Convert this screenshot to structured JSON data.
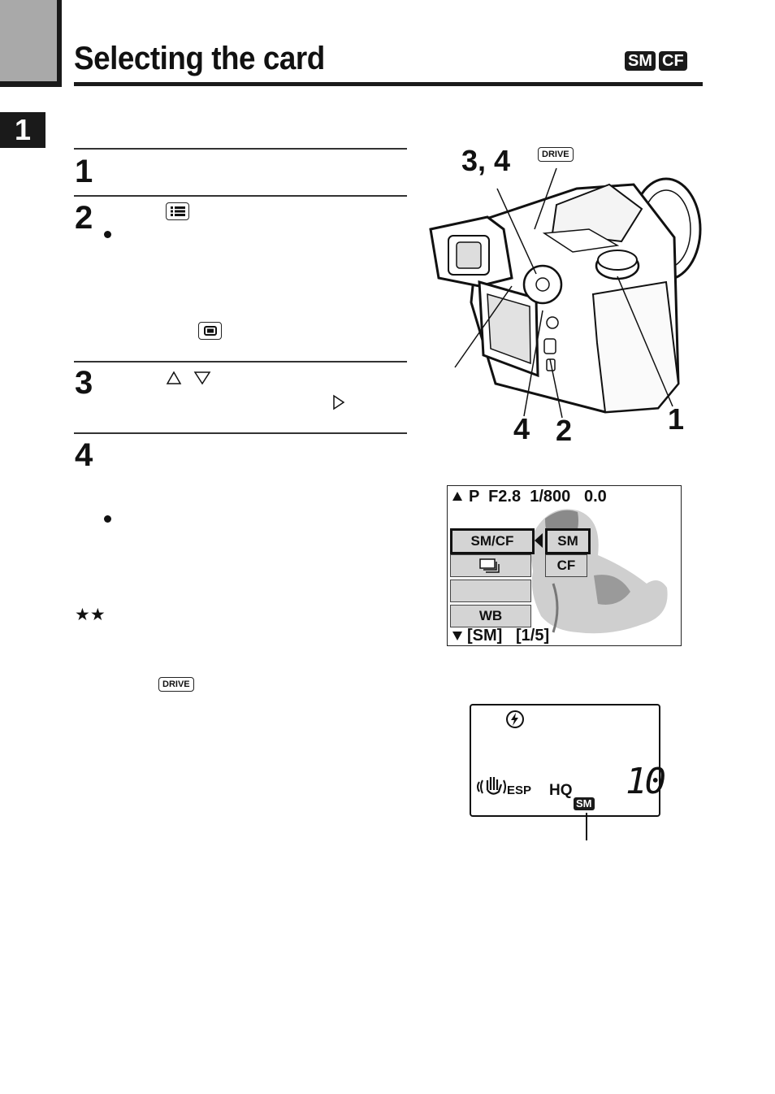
{
  "page": {
    "title": "Selecting the card",
    "card_badges": [
      "SM",
      "CF"
    ],
    "chapter_number": "1"
  },
  "steps": [
    {
      "number": "1"
    },
    {
      "number": "2"
    },
    {
      "number": "3"
    },
    {
      "number": "4"
    }
  ],
  "keys": {
    "drive": "DRIVE"
  },
  "rating_stars": "★★",
  "camera_figure": {
    "callout_top": "3, 4",
    "drive_label": "DRIVE",
    "callout_bottom_left": "4",
    "callout_bottom_mid": "2",
    "callout_bottom_right": "1"
  },
  "menu_screen": {
    "top_line": "P  F2.8  1/800   0.0",
    "tab_card": "SM/CF",
    "tab_wb": "WB",
    "option_sm": "SM",
    "option_cf": "CF",
    "bottom_line": "[SM]   [1/5]"
  },
  "control_panel": {
    "esp": "ESP",
    "quality": "HQ",
    "count": "10",
    "card": "SM"
  }
}
